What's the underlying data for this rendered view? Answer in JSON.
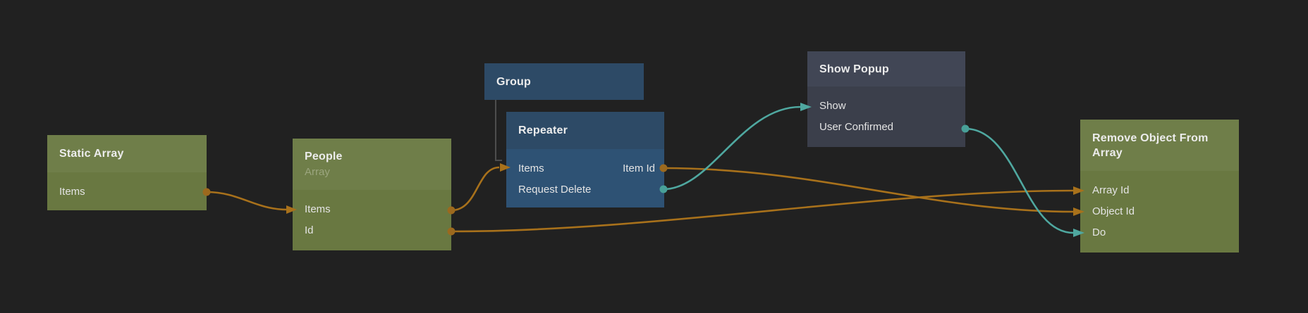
{
  "colors": {
    "bg": "#212121",
    "green-header": "#6F7E49",
    "green-body": "#697841",
    "blue-header": "#2D4A66",
    "blue-body": "#2E5274",
    "slate-header": "#414655",
    "slate-body": "#3B3F4B",
    "wire-orange": "#A8711B",
    "port-orange": "#9C691E",
    "wire-teal": "#4FA8A0",
    "port-teal": "#48A098",
    "title-text": "#ECECEC",
    "label-text": "#E4E4E4",
    "subtitle-text": "#9BA57E",
    "tree-line": "#4D4D4D"
  },
  "nodes": {
    "static_array": {
      "title": "Static Array",
      "color": "green",
      "rows": [
        {
          "left": "",
          "right": "Items"
        }
      ]
    },
    "people": {
      "title": "People",
      "subtitle": "Array",
      "color": "green",
      "rows": [
        {
          "left": "Items",
          "right": ""
        },
        {
          "left": "",
          "right": "Id"
        }
      ]
    },
    "group": {
      "title": "Group",
      "color": "blue",
      "children": [
        "Repeater"
      ]
    },
    "repeater": {
      "title": "Repeater",
      "color": "blue",
      "rows": [
        {
          "left": "Items",
          "right": "Item Id"
        },
        {
          "left": "",
          "right": "Request Delete"
        }
      ]
    },
    "show_popup": {
      "title": "Show Popup",
      "color": "slate",
      "rows": [
        {
          "left": "Show",
          "right": ""
        },
        {
          "left": "",
          "right": "User Confirmed"
        }
      ]
    },
    "remove_object": {
      "title": "Remove Object From Array",
      "color": "green",
      "rows": [
        {
          "left": "Array Id",
          "right": ""
        },
        {
          "left": "Object Id",
          "right": ""
        },
        {
          "left": "Do",
          "right": ""
        }
      ]
    }
  },
  "connections": [
    {
      "from": "Static Array.Items",
      "to": "People.Items",
      "color": "orange"
    },
    {
      "from": "People.Items",
      "to": "Repeater.Items",
      "color": "orange"
    },
    {
      "from": "People.Id",
      "to": "Remove Object From Array.Array Id",
      "color": "orange"
    },
    {
      "from": "Repeater.Item Id",
      "to": "Remove Object From Array.Object Id",
      "color": "orange"
    },
    {
      "from": "Repeater.Request Delete",
      "to": "Show Popup.Show",
      "color": "teal"
    },
    {
      "from": "Show Popup.User Confirmed",
      "to": "Remove Object From Array.Do",
      "color": "teal"
    }
  ]
}
